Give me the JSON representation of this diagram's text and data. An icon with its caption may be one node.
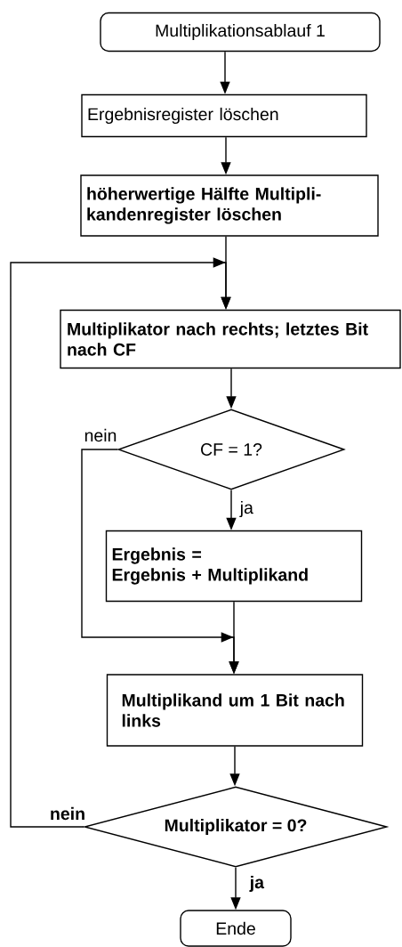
{
  "diagram": {
    "nodes": [
      {
        "text": [
          "Multiplikationsablauf 1"
        ]
      },
      {
        "text": [
          "Ergebnisregister löschen"
        ]
      },
      {
        "text": [
          "höherwertige Hälfte Multipli-kandenregister löschen"
        ]
      },
      {
        "text": [
          "Multiplikator nach rechts; letztes Bit nach CF"
        ]
      },
      {
        "text": [
          "CF = 1?"
        ]
      },
      {
        "text": [
          "Ergebnis =",
          "Ergebnis + Multiplikand"
        ]
      },
      {
        "text": [
          "Multiplikand um 1 Bit nach links"
        ]
      },
      {
        "text": [
          "Multiplikator = 0?"
        ]
      },
      {
        "text": [
          "Ende"
        ]
      }
    ],
    "edges": [
      {
        "from": 0,
        "to": 1,
        "arrow": "to"
      },
      {
        "from": 1,
        "to": 2,
        "arrow": "to"
      },
      {
        "from": 2,
        "to": 3,
        "arrow": "to"
      },
      {
        "from": 3,
        "to": 4,
        "arrow": "to"
      },
      {
        "from": 4,
        "to": 5,
        "arrow": "to",
        "label": "ja"
      },
      {
        "from": 4,
        "to": 6,
        "arrow": "to",
        "label": "nein"
      },
      {
        "from": 5,
        "to": 6,
        "arrow": "to"
      },
      {
        "from": 6,
        "to": 7,
        "arrow": "to"
      },
      {
        "from": 7,
        "to": 3,
        "arrow": "to",
        "label": "nein"
      },
      {
        "from": 7,
        "to": 8,
        "arrow": "to",
        "label": "ja"
      }
    ]
  }
}
